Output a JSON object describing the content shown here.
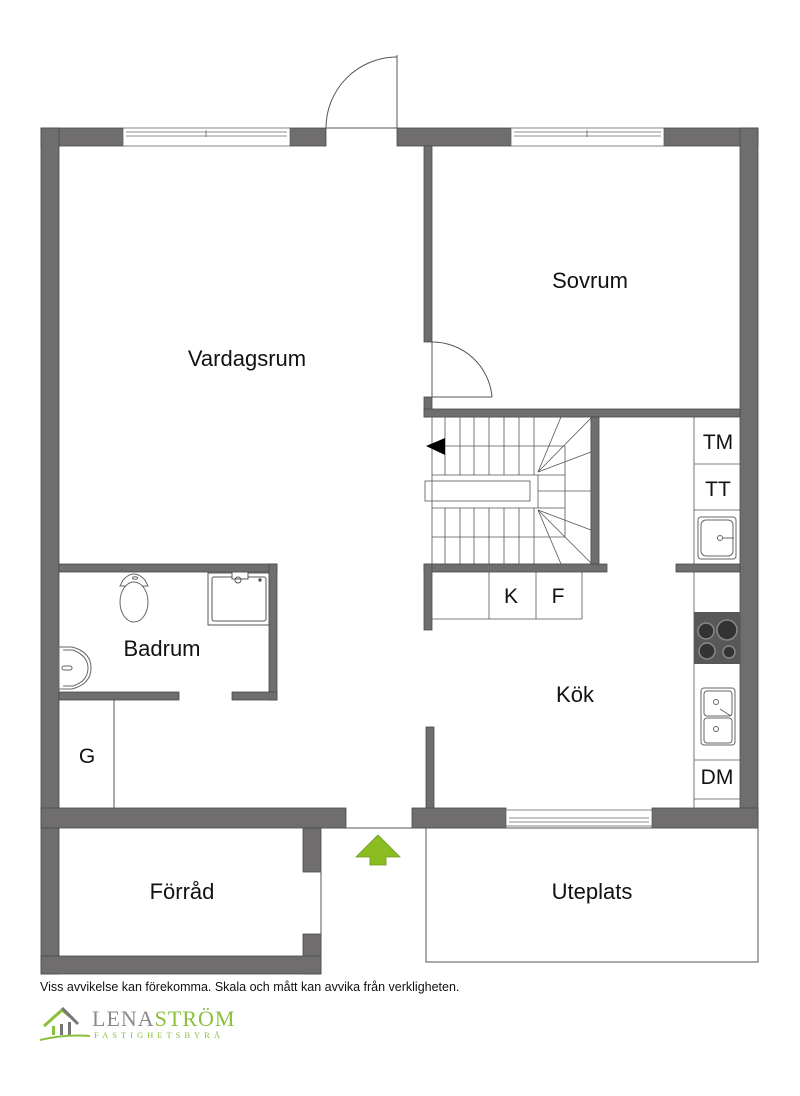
{
  "floorplan": {
    "rooms": {
      "vardagsrum": "Vardagsrum",
      "sovrum": "Sovrum",
      "badrum": "Badrum",
      "kok": "Kök",
      "forrad": "Förråd",
      "uteplats": "Uteplats",
      "g": "G"
    },
    "fixtures": {
      "tm": "TM",
      "tt": "TT",
      "dm": "DM",
      "k": "K",
      "f": "F"
    },
    "colors": {
      "wall": "#6f6d6e",
      "line": "#555555",
      "entrance_arrow": "#8bbd22"
    }
  },
  "footer": {
    "disclaimer": "Viss avvikelse kan förekomma. Skala och mått kan avvika från verkligheten."
  },
  "logo": {
    "name_part1": "LENA",
    "name_part2": "STRÖM",
    "subtitle": "FASTIGHETSBYRÅ",
    "accent_color": "#8bbf3c"
  }
}
